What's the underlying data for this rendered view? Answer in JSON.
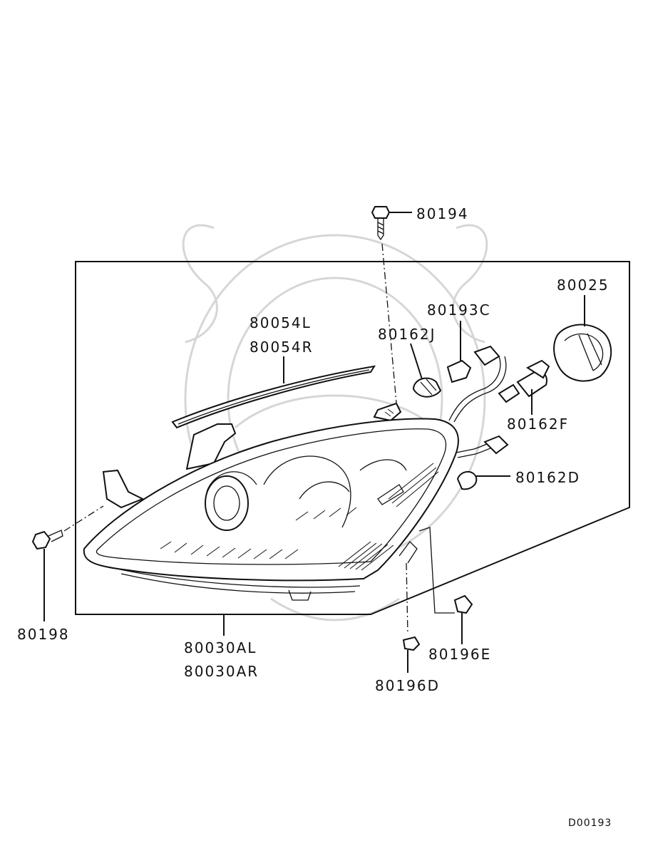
{
  "diagram_code": "D00193",
  "callouts": {
    "bolt_top": "80194",
    "reflector": "80025",
    "socket_c": "80193C",
    "moulding_l": "80054L",
    "moulding_r": "80054R",
    "bulb_j": "80162J",
    "bulb_f": "80162F",
    "bulb_d": "80162D",
    "screw_left": "80198",
    "headlamp_l": "80030AL",
    "headlamp_r": "80030AR",
    "clip_d": "80196D",
    "clip_e": "80196E"
  }
}
